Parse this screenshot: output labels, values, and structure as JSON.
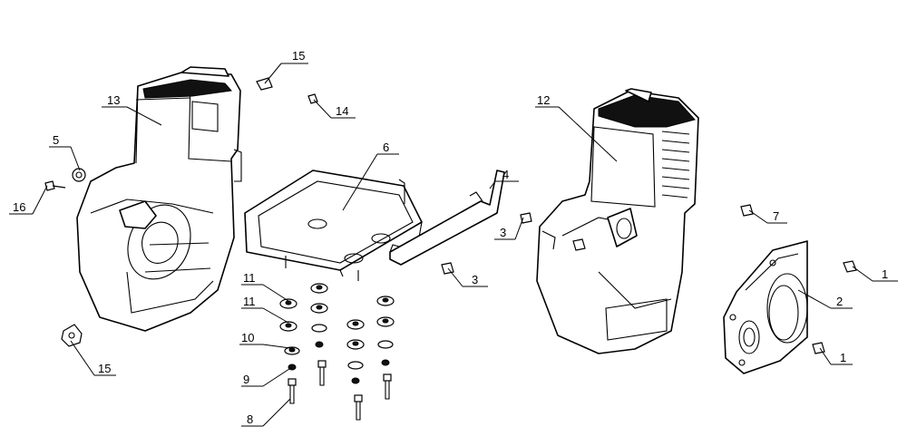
{
  "callouts": [
    {
      "id": "c15a",
      "label": "15"
    },
    {
      "id": "c14",
      "label": "14"
    },
    {
      "id": "c13",
      "label": "13"
    },
    {
      "id": "c5",
      "label": "5"
    },
    {
      "id": "c16",
      "label": "16"
    },
    {
      "id": "c6",
      "label": "6"
    },
    {
      "id": "c4",
      "label": "4"
    },
    {
      "id": "c12",
      "label": "12"
    },
    {
      "id": "c3a",
      "label": "3"
    },
    {
      "id": "c3b",
      "label": "3"
    },
    {
      "id": "c7",
      "label": "7"
    },
    {
      "id": "c1a",
      "label": "1"
    },
    {
      "id": "c2",
      "label": "2"
    },
    {
      "id": "c1b",
      "label": "1"
    },
    {
      "id": "c11a",
      "label": "11"
    },
    {
      "id": "c11b",
      "label": "11"
    },
    {
      "id": "c10",
      "label": "10"
    },
    {
      "id": "c9",
      "label": "9"
    },
    {
      "id": "c8",
      "label": "8"
    },
    {
      "id": "c15b",
      "label": "15"
    }
  ]
}
